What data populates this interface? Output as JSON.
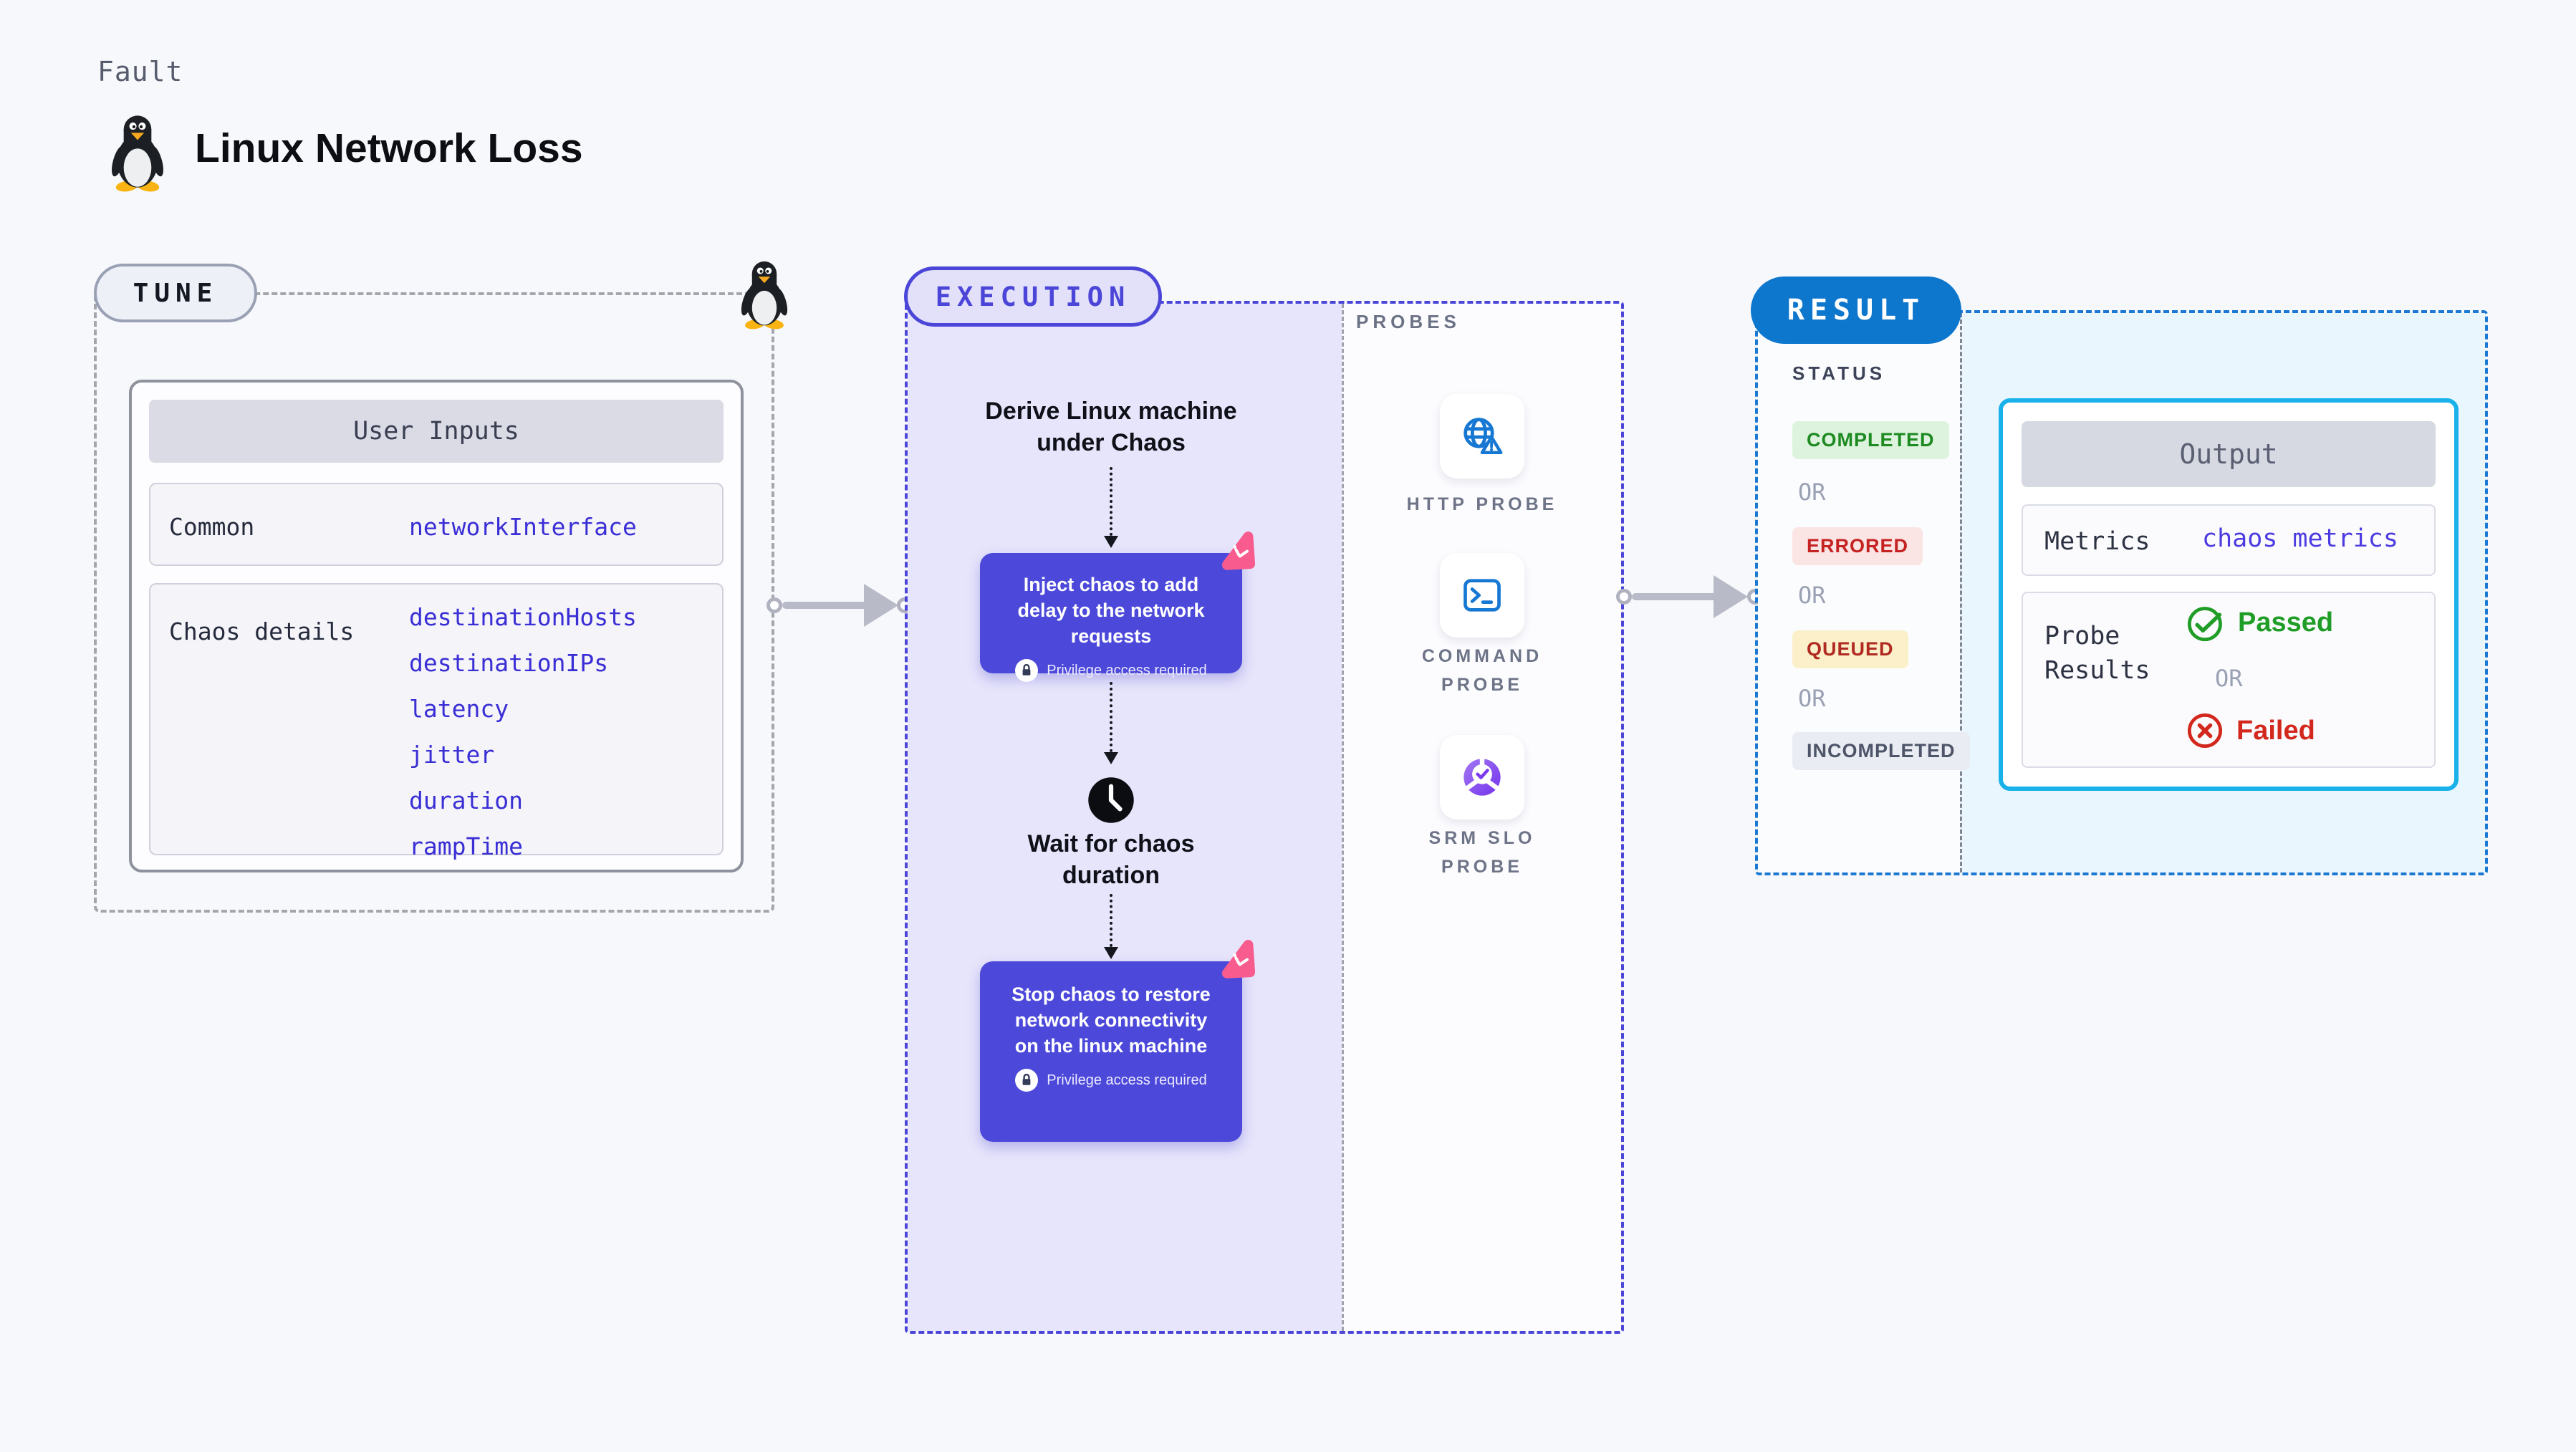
{
  "header": {
    "kicker": "Fault",
    "title": "Linux Network Loss"
  },
  "tune": {
    "badge": "TUNE",
    "table": {
      "header": "User Inputs",
      "common_label": "Common",
      "common_value": "networkInterface",
      "chaos_label": "Chaos details",
      "chaos_values": [
        "destinationHosts",
        "destinationIPs",
        "latency",
        "jitter",
        "duration",
        "rampTime"
      ]
    }
  },
  "execution": {
    "badge": "EXECUTION",
    "derive_step": "Derive Linux machine under Chaos",
    "inject_step": "Inject chaos to add delay to the network requests",
    "wait_step": "Wait for chaos duration",
    "stop_step": "Stop chaos to restore network connectivity on the linux machine",
    "privilege_note": "Privilege access required",
    "probes": {
      "title": "PROBES",
      "items": [
        "HTTP PROBE",
        "COMMAND PROBE",
        "SRM SLO PROBE"
      ]
    }
  },
  "result": {
    "badge": "RESULT",
    "status_title": "STATUS",
    "or_label": "OR",
    "statuses": [
      "COMPLETED",
      "ERRORED",
      "QUEUED",
      "INCOMPLETED"
    ],
    "output": {
      "header": "Output",
      "metrics_label": "Metrics",
      "metrics_value": "chaos metrics",
      "probe_results_label": "Probe Results",
      "passed": "Passed",
      "failed": "Failed"
    }
  },
  "colors": {
    "accent_indigo": "#4b46d8",
    "accent_blue": "#0d76cd",
    "accent_cyan": "#18b1e9",
    "node_purple": "#4c49da",
    "chaos_pink": "#f85c8e",
    "passed_green": "#1f9d26",
    "failed_red": "#d3281d"
  }
}
